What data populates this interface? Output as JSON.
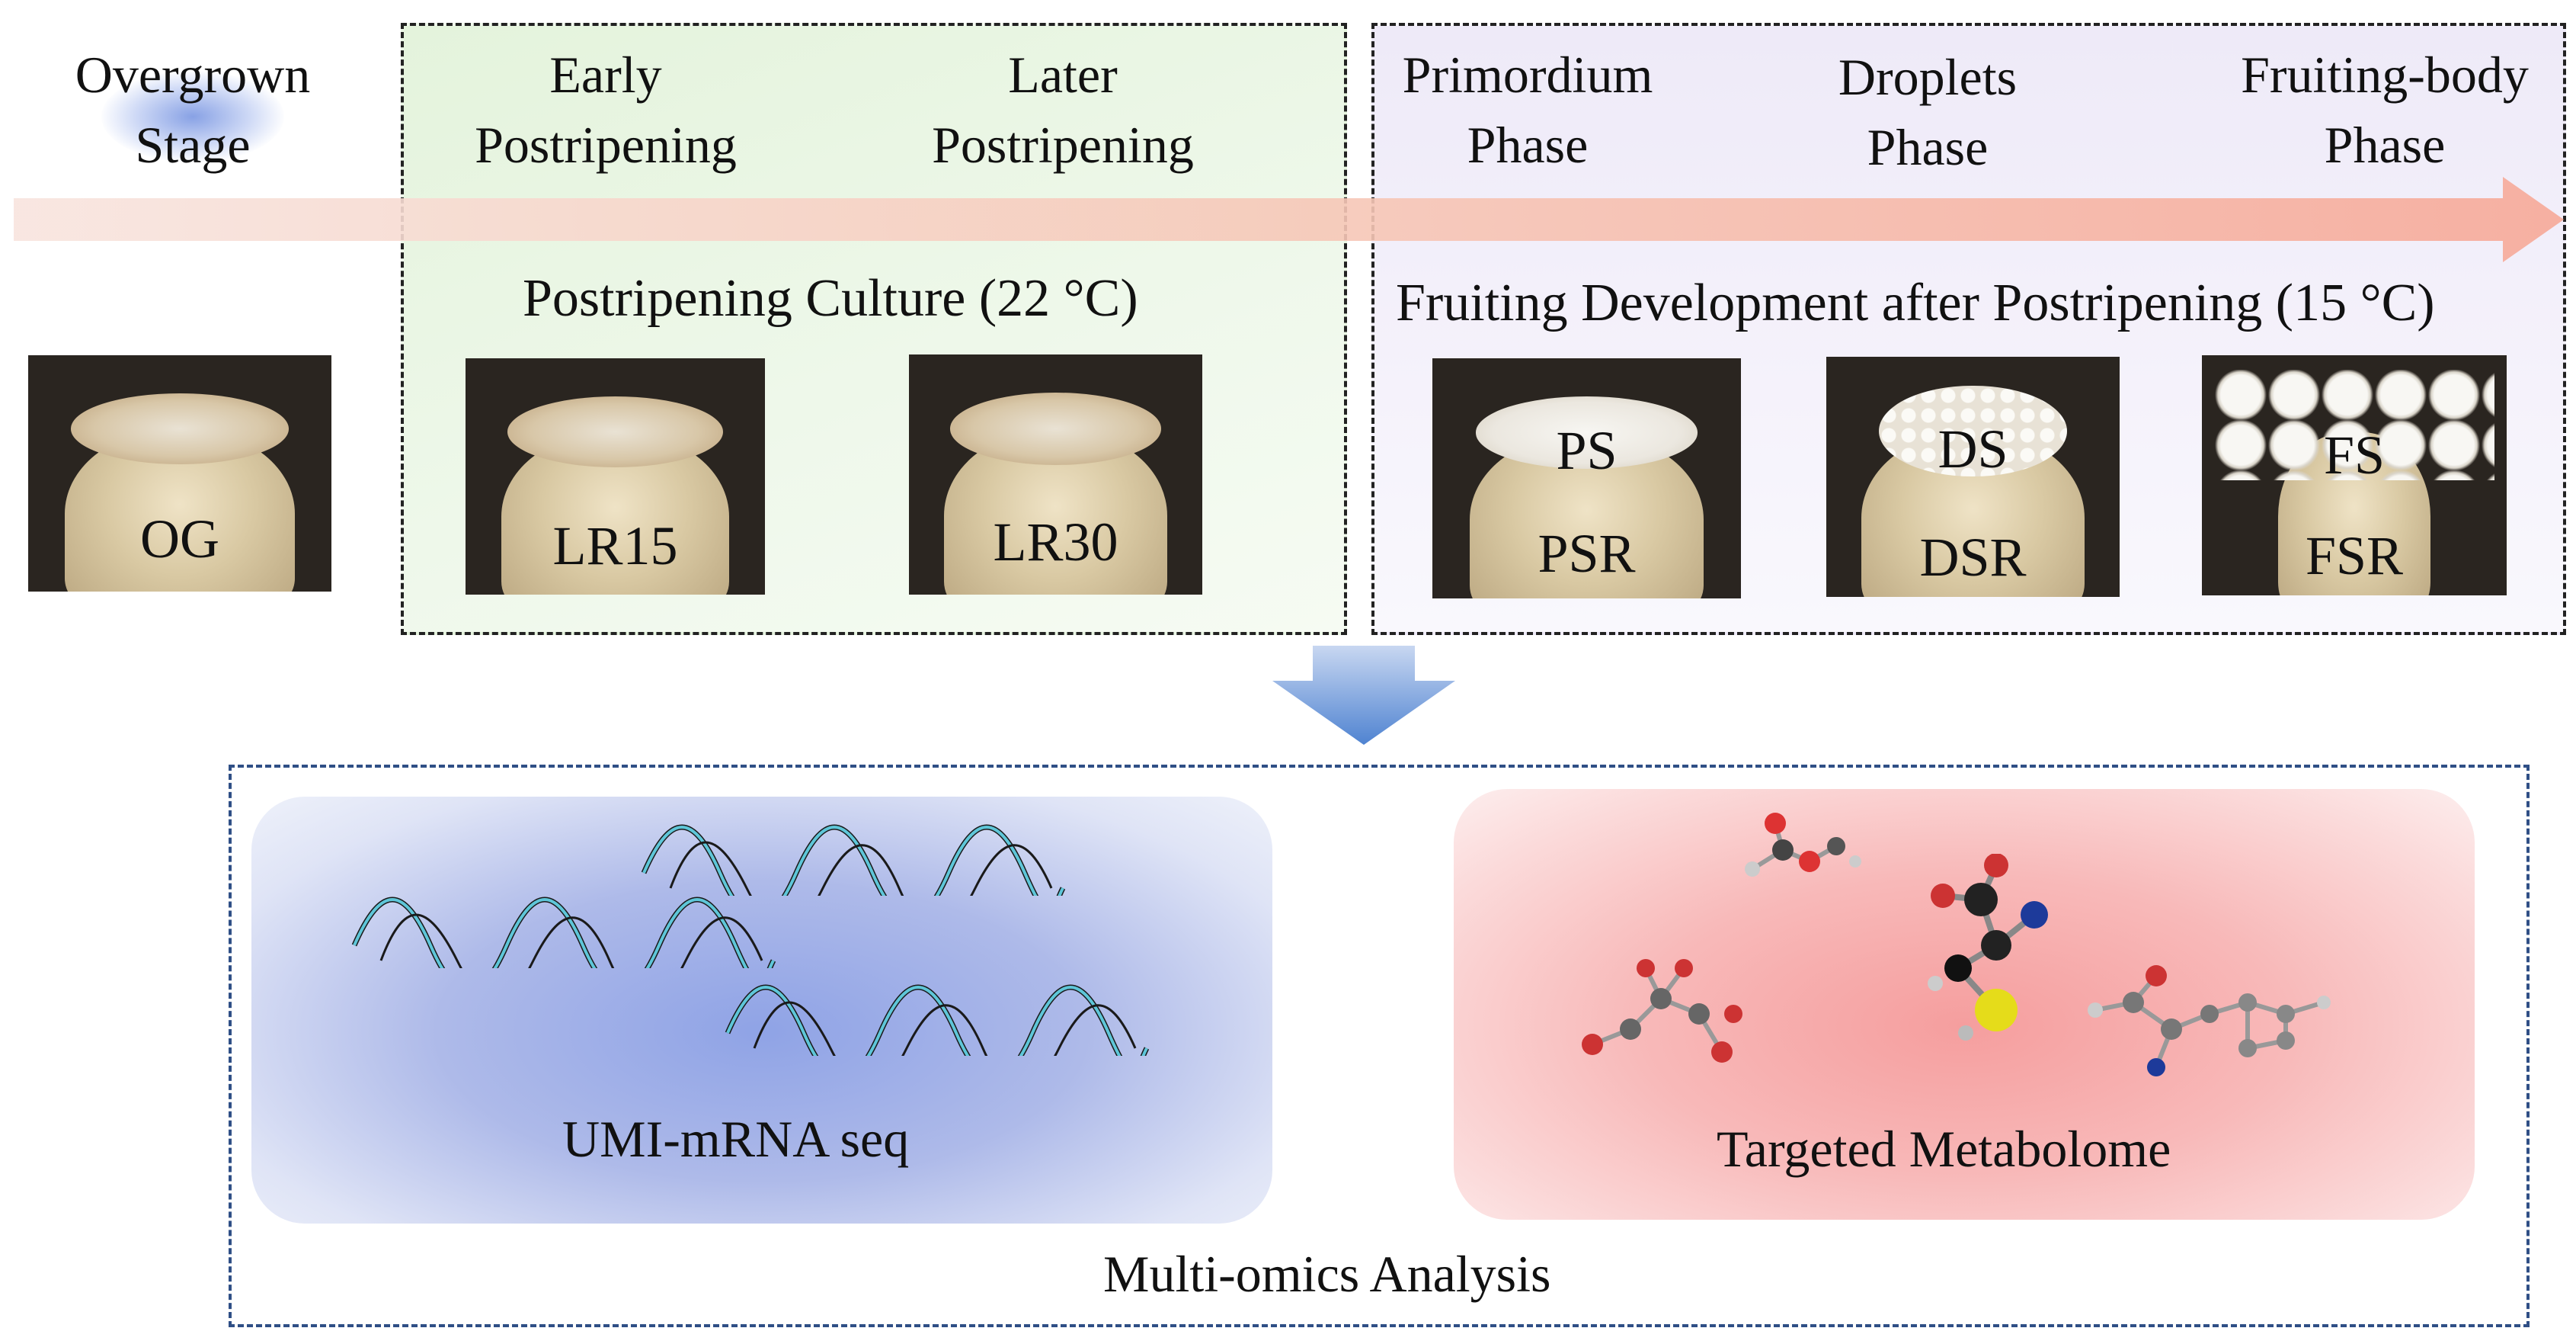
{
  "stages": [
    {
      "id": "overgrown",
      "line1": "Overgrown",
      "line2": "Stage"
    },
    {
      "id": "early",
      "line1": "Early",
      "line2": "Postripening"
    },
    {
      "id": "later",
      "line1": "Later",
      "line2": "Postripening"
    },
    {
      "id": "primordium",
      "line1": "Primordium",
      "line2": "Phase"
    },
    {
      "id": "droplets",
      "line1": "Droplets",
      "line2": "Phase"
    },
    {
      "id": "fruiting",
      "line1": "Fruiting-body",
      "line2": "Phase"
    }
  ],
  "culture_titles": {
    "postripening": "Postripening Culture (22 °C)",
    "fruiting": "Fruiting Development after Postripening (15 °C)"
  },
  "samples": {
    "og": {
      "label": "OG"
    },
    "lr15": {
      "label": "LR15"
    },
    "lr30": {
      "label": "LR30"
    },
    "psr": {
      "top": "PS",
      "bottom": "PSR"
    },
    "dsr": {
      "top": "DS",
      "bottom": "DSR"
    },
    "fsr": {
      "top": "FS",
      "bottom": "FSR"
    }
  },
  "omics": {
    "transcriptome": "UMI-mRNA seq",
    "metabolome": "Targeted Metabolome",
    "title": "Multi-omics Analysis"
  },
  "colors": {
    "timeline_arrow": "#f6b0a0",
    "green_box": "#e4f3dc",
    "purple_box": "#eeeaf8",
    "down_arrow": "#5f8fd6",
    "omics_border": "#2f4f86"
  }
}
